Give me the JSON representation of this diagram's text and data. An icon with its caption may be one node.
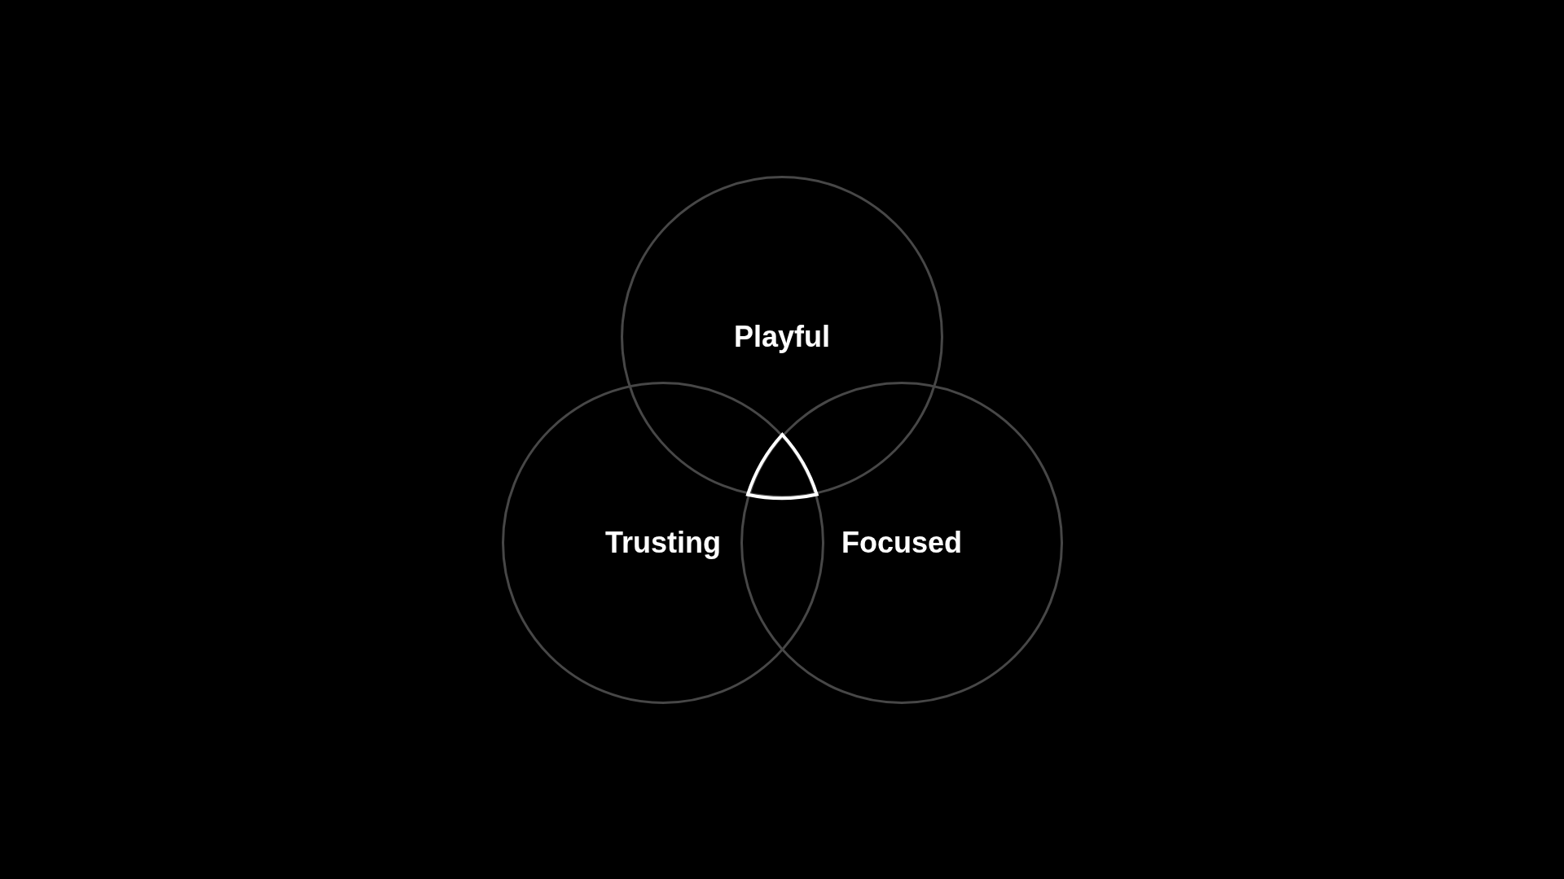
{
  "diagram": {
    "nodes": [
      {
        "text": [
          "Playful"
        ]
      },
      {
        "text": [
          "Trusting"
        ]
      },
      {
        "text": [
          "Focused"
        ]
      },
      {
        "text": [],
        "shape": "triangle"
      }
    ]
  }
}
